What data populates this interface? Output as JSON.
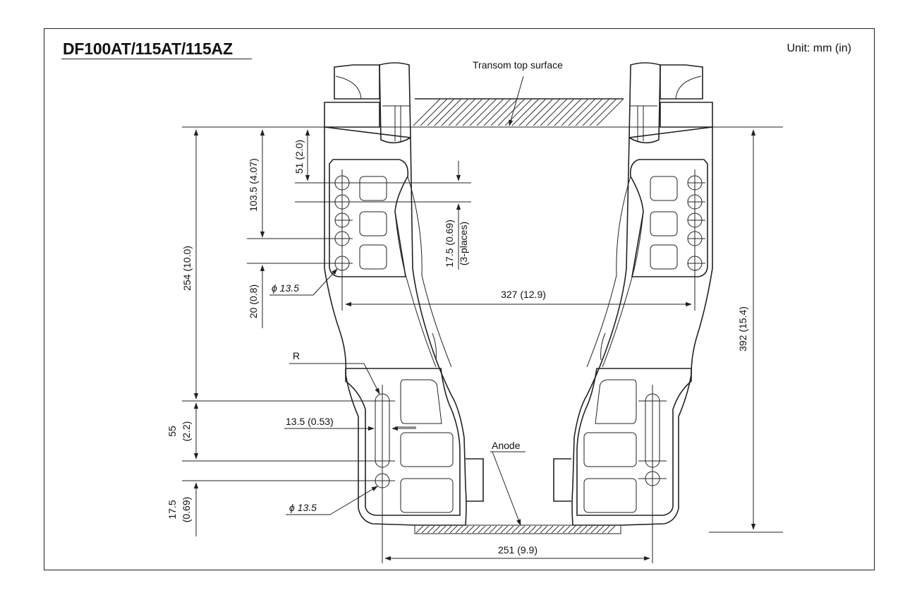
{
  "title": "DF100AT/115AT/115AZ",
  "unit": "Unit: mm (in)",
  "labels": {
    "transom": "Transom top surface",
    "anode": "Anode",
    "radius": "R",
    "hole_dia_upper": "ϕ 13.5",
    "hole_dia_lower": "ϕ 13.5"
  },
  "dimensions": {
    "top_hole": "51 (2.0)",
    "hole_range": "103.5 (4.07)",
    "overall_left": "254 (10.0)",
    "bottom_offset": "20 (0.8)",
    "pitch_value": "17.5 (0.69)",
    "pitch_places": "(3-places)",
    "upper_spacing": "327 (12.9)",
    "overall_right": "392 (15.4)",
    "slot_length_value": "55",
    "slot_length_inch": "(2.2)",
    "slot_width": "13.5 (0.53)",
    "lower_offset_value": "17.5",
    "lower_offset_inch": "(0.69)",
    "lower_spacing": "251 (9.9)"
  },
  "colors": {
    "line": "#222222",
    "background": "#ffffff"
  },
  "icons": {
    "diameter_symbol": "phi-icon",
    "arrowhead": "arrow-icon"
  }
}
